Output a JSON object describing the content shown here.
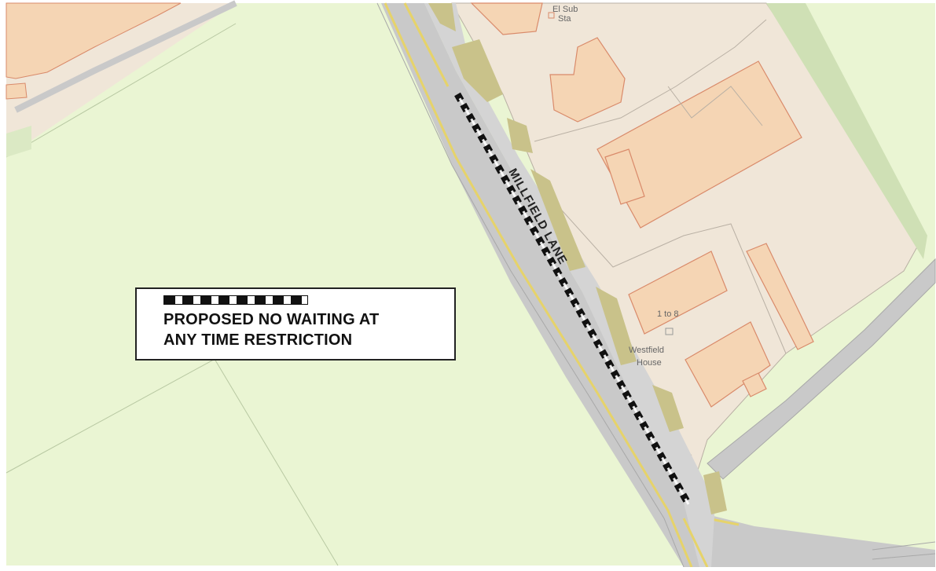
{
  "map": {
    "road_name": "MILLFIELD LANE",
    "labels": {
      "substation": [
        "El Sub",
        "Sta"
      ],
      "flats": "1 to 8",
      "house": [
        "Westfield",
        "House"
      ]
    },
    "colors": {
      "field": "#eaf5d3",
      "field_dark": "#dbe9c4",
      "property": "#f0e6d8",
      "building": "#f5d5b4",
      "building_edge": "#d98a6a",
      "verge": "#c9c28a",
      "road": "#c9c9c9",
      "road_edge": "#e6d36a",
      "restriction": "#111111"
    }
  },
  "legend": {
    "line1": "PROPOSED NO WAITING AT",
    "line2": "ANY TIME RESTRICTION"
  }
}
